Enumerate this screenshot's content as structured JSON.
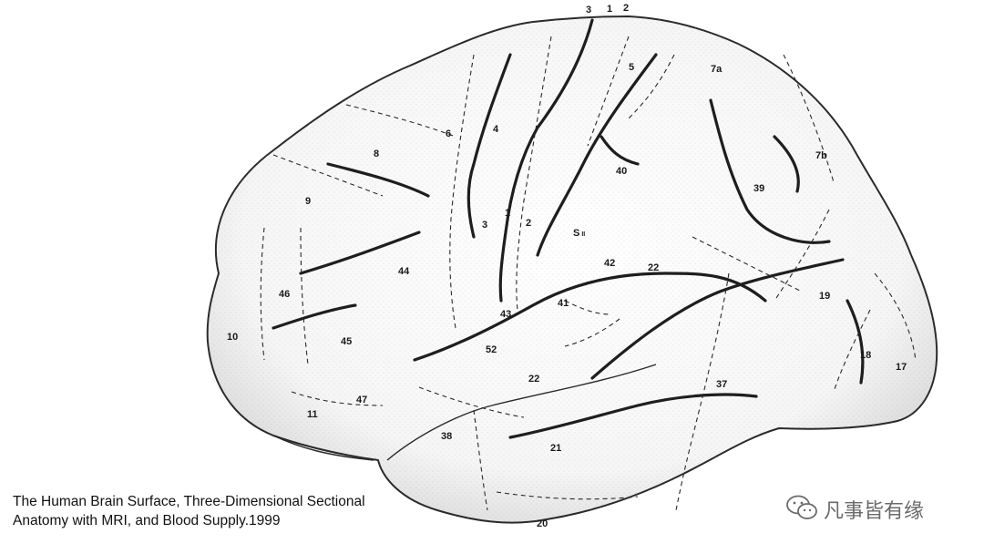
{
  "figure": {
    "caption_lines": [
      "The Human Brain Surface, Three-Dimensional Sectional",
      "Anatomy with MRI, and Blood Supply.1999"
    ],
    "areas": [
      {
        "id": "3-top",
        "label": "3"
      },
      {
        "id": "1-top",
        "label": "1"
      },
      {
        "id": "2-top",
        "label": "2"
      },
      {
        "id": "5",
        "label": "5"
      },
      {
        "id": "7a",
        "label": "7a"
      },
      {
        "id": "7b",
        "label": "7b"
      },
      {
        "id": "6",
        "label": "6"
      },
      {
        "id": "4",
        "label": "4"
      },
      {
        "id": "8",
        "label": "8"
      },
      {
        "id": "9",
        "label": "9"
      },
      {
        "id": "40",
        "label": "40"
      },
      {
        "id": "39",
        "label": "39"
      },
      {
        "id": "1-mid",
        "label": "1"
      },
      {
        "id": "3-mid",
        "label": "3"
      },
      {
        "id": "2-mid",
        "label": "2"
      },
      {
        "id": "sii",
        "label": "S",
        "sub": "II"
      },
      {
        "id": "42",
        "label": "42"
      },
      {
        "id": "22-upper",
        "label": "22"
      },
      {
        "id": "44",
        "label": "44"
      },
      {
        "id": "46",
        "label": "46"
      },
      {
        "id": "41",
        "label": "41"
      },
      {
        "id": "43",
        "label": "43"
      },
      {
        "id": "19",
        "label": "19"
      },
      {
        "id": "10",
        "label": "10"
      },
      {
        "id": "45",
        "label": "45"
      },
      {
        "id": "52",
        "label": "52"
      },
      {
        "id": "18",
        "label": "18"
      },
      {
        "id": "17",
        "label": "17"
      },
      {
        "id": "22-lower",
        "label": "22"
      },
      {
        "id": "37",
        "label": "37"
      },
      {
        "id": "47",
        "label": "47"
      },
      {
        "id": "11",
        "label": "11"
      },
      {
        "id": "38",
        "label": "38"
      },
      {
        "id": "21",
        "label": "21"
      },
      {
        "id": "20",
        "label": "20"
      }
    ]
  },
  "watermark": {
    "text": "凡事皆有缘",
    "icon": "wechat-icon"
  },
  "colors": {
    "outline": "#2a2a2a",
    "stipple": "#9a9a9a",
    "sulcus": "#1e1e1e",
    "label": "#1a1a1a",
    "watermark": "#6a6a6a"
  }
}
